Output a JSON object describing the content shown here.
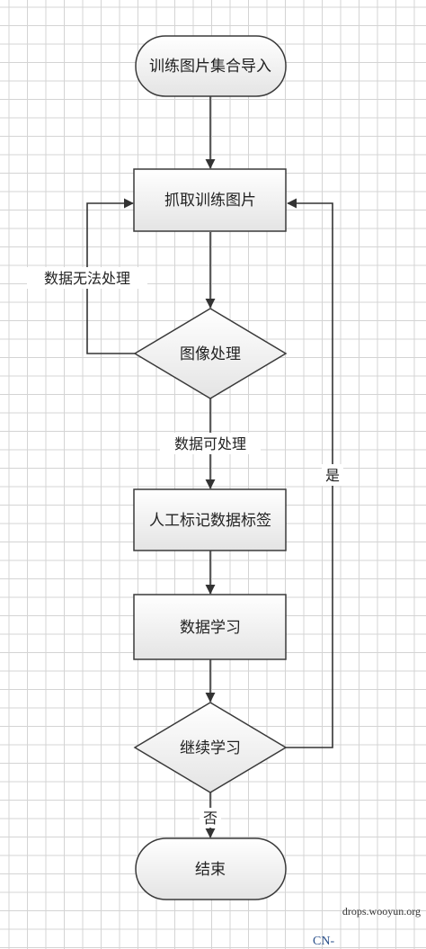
{
  "nodes": {
    "start": "训练图片集合导入",
    "grab": "抓取训练图片",
    "process": "图像处理",
    "label": "人工标记数据标签",
    "learn": "数据学习",
    "continue": "继续学习",
    "end": "结束"
  },
  "edges": {
    "cannot_process": "数据无法处理",
    "can_process": "数据可处理",
    "yes": "是",
    "no": "否"
  },
  "watermark": {
    "site": "drops.wooyun.org",
    "prefix": "CN-"
  },
  "colors": {
    "grid": "#d4d4d4",
    "node_fill_top": "#ffffff",
    "node_fill_bottom": "#e6e6e6",
    "node_stroke": "#3a3a3a",
    "edge": "#333333"
  }
}
